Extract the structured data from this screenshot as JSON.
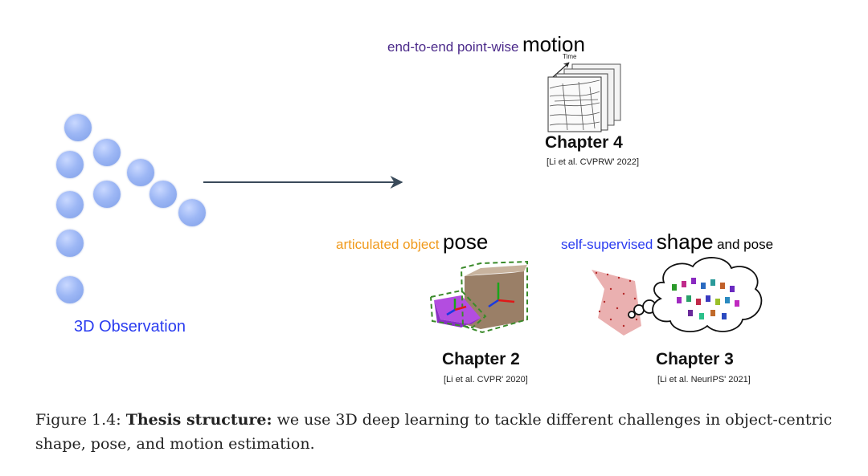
{
  "figure": {
    "observation_label": "3D Observation",
    "motion": {
      "prefix": "end-to-end point-wise",
      "keyword": "motion",
      "time_label": "Time",
      "chapter": "Chapter 4",
      "reference": "[Li et al.  CVPRW' 2022]"
    },
    "pose": {
      "prefix": "articulated object",
      "keyword": "pose",
      "chapter": "Chapter 2",
      "reference": "[Li et al.  CVPR' 2020]"
    },
    "shape": {
      "prefix": "self-supervised",
      "keyword": "shape",
      "suffix": "and pose",
      "chapter": "Chapter 3",
      "reference": "[Li et al.  NeurIPS' 2021]"
    },
    "colors": {
      "observation": "#2a3cf0",
      "motion_prefix": "#4b2a8a",
      "pose_prefix": "#f09a1c",
      "shape_prefix": "#2a3cf0",
      "arrow": "#3a4a5a"
    }
  },
  "caption": {
    "label": "Figure 1.4:",
    "bold": "Thesis structure:",
    "text": " we use 3D deep learning to tackle different challenges in object-centric shape, pose, and motion estimation."
  }
}
